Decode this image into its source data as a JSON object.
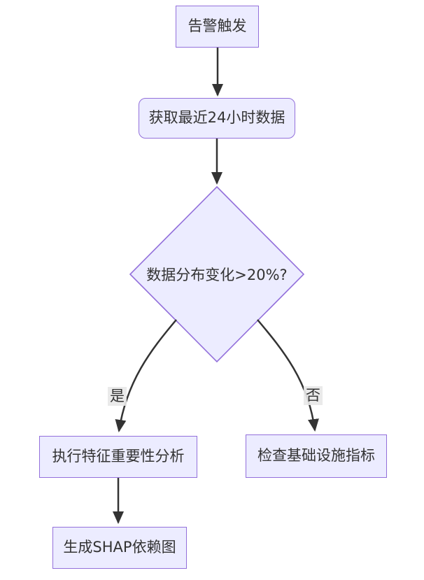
{
  "flowchart": {
    "nodes": {
      "alert": {
        "label": "告警触发",
        "shape": "rectangle"
      },
      "fetch_data": {
        "label": "获取最近24小时数据",
        "shape": "rounded-rectangle"
      },
      "decision": {
        "label": "数据分布变化>20%?",
        "shape": "diamond"
      },
      "feature_analysis": {
        "label": "执行特征重要性分析",
        "shape": "rectangle"
      },
      "infra_check": {
        "label": "检查基础设施指标",
        "shape": "rectangle"
      },
      "shap_plot": {
        "label": "生成SHAP依赖图",
        "shape": "rectangle"
      }
    },
    "edges": [
      {
        "from": "alert",
        "to": "fetch_data",
        "label": ""
      },
      {
        "from": "fetch_data",
        "to": "decision",
        "label": ""
      },
      {
        "from": "decision",
        "to": "feature_analysis",
        "label": "是"
      },
      {
        "from": "decision",
        "to": "infra_check",
        "label": "否"
      },
      {
        "from": "feature_analysis",
        "to": "shap_plot",
        "label": ""
      }
    ],
    "colors": {
      "node_fill": "#ECECFF",
      "node_border": "#9370DB",
      "edge_stroke": "#333333",
      "text": "#333333",
      "edge_label_bg": "#E8E8E8",
      "background": "#FFFFFF"
    }
  }
}
